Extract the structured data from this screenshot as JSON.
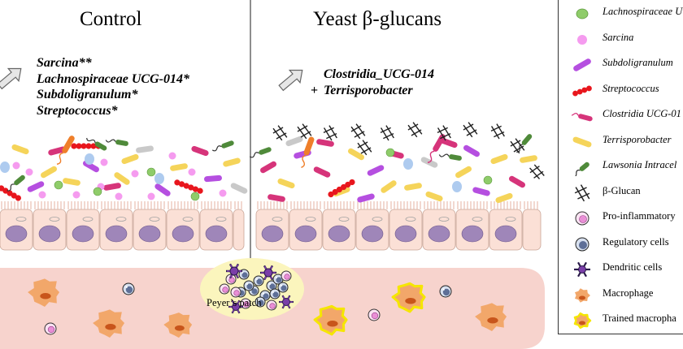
{
  "panels": {
    "control": {
      "title": "Control",
      "taxa": [
        "Sarcina**",
        "Lachnospiraceae UCG-014*",
        "Subdoligranulum*",
        "Streptococcus*"
      ]
    },
    "treatment": {
      "title": "Yeast β-glucans",
      "taxa": [
        "Clostridia_UCG-014",
        "Terrisporobacter"
      ],
      "plus_sign": "+"
    }
  },
  "peyers_patch": {
    "label": "Peyer’s patch"
  },
  "legend": {
    "items": [
      {
        "icon": "lachnospiraceae-icon",
        "label": "Lachnospiraceae U",
        "italic": true,
        "color": "#8fcc6a"
      },
      {
        "icon": "sarcina-icon",
        "label": "Sarcina",
        "italic": true,
        "color": "#f59bef"
      },
      {
        "icon": "subdoligranulum-icon",
        "label": "Subdoligranulum",
        "italic": true,
        "color": "#b54fe0"
      },
      {
        "icon": "streptococcus-icon",
        "label": "Streptococcus",
        "italic": true,
        "color": "#e8161d"
      },
      {
        "icon": "clostridia-icon",
        "label": "Clostridia UCG-01",
        "italic": true,
        "color": "#d6347a"
      },
      {
        "icon": "terrisporobacter-icon",
        "label": "Terrisporobacter",
        "italic": true,
        "color": "#f5d45a"
      },
      {
        "icon": "lawsonia-icon",
        "label": "Lawsonia Intracel",
        "italic": true,
        "color": "#4f8a3a"
      },
      {
        "icon": "beta-glucan-icon",
        "label": "β-Glucan",
        "italic": false,
        "color": "#222222"
      },
      {
        "icon": "pro-inflammatory-cell-icon",
        "label": "Pro-inflammatory",
        "italic": false,
        "color": "#e98fd6"
      },
      {
        "icon": "regulatory-cell-icon",
        "label": "Regulatory cells",
        "italic": false,
        "color": "#6f86b8"
      },
      {
        "icon": "dendritic-cell-icon",
        "label": "Dendritic cells",
        "italic": false,
        "color": "#7a3ea8"
      },
      {
        "icon": "macrophage-icon",
        "label": "Macrophage",
        "italic": false,
        "color": "#f2a76a"
      },
      {
        "icon": "trained-macrophage-icon",
        "label": "Trained macropha",
        "italic": false,
        "color": "#f5e600"
      }
    ]
  },
  "colors": {
    "lamina": "#f7d3cd",
    "epithelium": "#fbe0d6",
    "nucleus": "#9f86b9",
    "peyer": "#fbf5bd"
  }
}
